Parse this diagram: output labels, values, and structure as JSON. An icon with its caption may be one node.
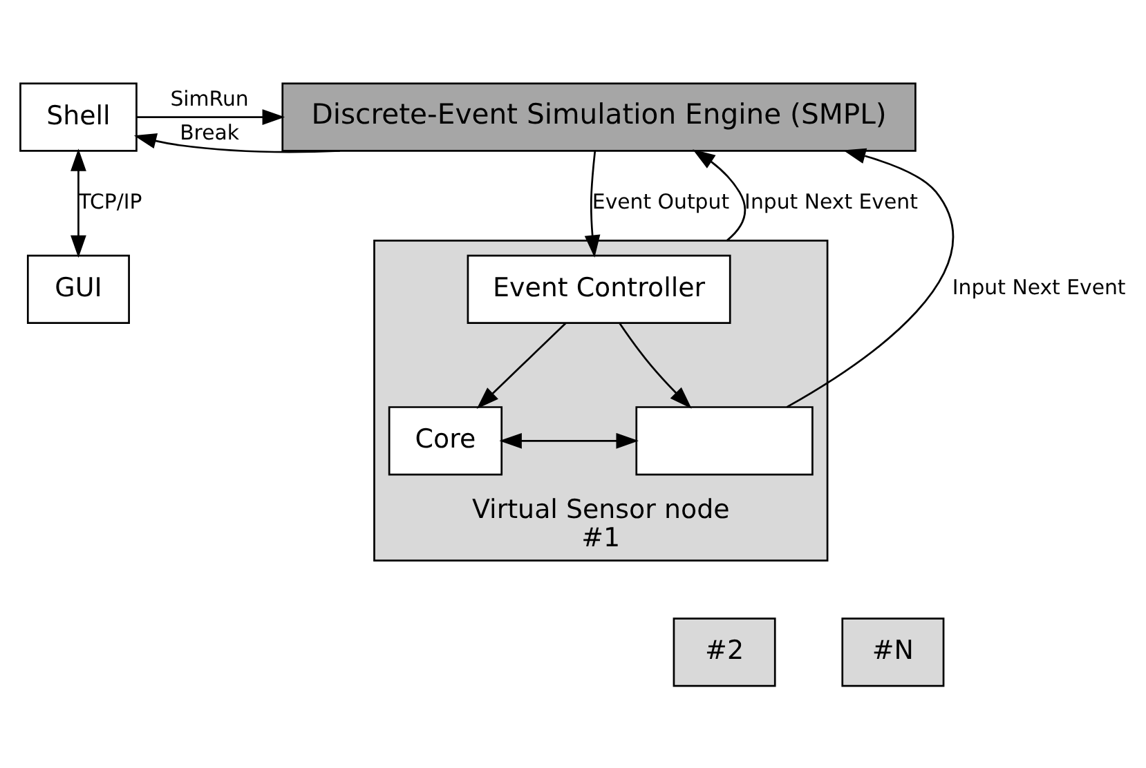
{
  "diagram": {
    "nodes": [
      {
        "text": [
          "Shell"
        ]
      },
      {
        "text": [
          "Discrete-Event Simulation Engine (SMPL)"
        ]
      },
      {
        "text": [
          "GUI"
        ]
      },
      {
        "text": [
          "Virtual Sensor node",
          "#1"
        ]
      },
      {
        "text": [
          "Event Controller"
        ],
        "in": 3
      },
      {
        "text": [
          "Core"
        ],
        "in": 3
      },
      {
        "text": [],
        "shape": "box",
        "in": 3
      },
      {
        "text": [
          "#2"
        ]
      },
      {
        "text": [
          "#N"
        ]
      }
    ],
    "edges": [
      {
        "from": 0,
        "to": 1,
        "arrow": "to",
        "label": "SimRun"
      },
      {
        "from": 1,
        "to": 0,
        "arrow": "to",
        "label": "Break"
      },
      {
        "from": 0,
        "to": 2,
        "arrow": "both",
        "label": "TCP/IP"
      },
      {
        "from": 1,
        "to": 4,
        "arrow": "to",
        "label": "Event Output"
      },
      {
        "from": 3,
        "to": 1,
        "arrow": "to",
        "label": "Input Next Event"
      },
      {
        "from": 6,
        "to": 1,
        "arrow": "to",
        "label": "Input Next Event"
      },
      {
        "from": 4,
        "to": 5,
        "arrow": "to"
      },
      {
        "from": 4,
        "to": 6,
        "arrow": "to"
      },
      {
        "from": 5,
        "to": 6,
        "arrow": "both"
      }
    ]
  }
}
